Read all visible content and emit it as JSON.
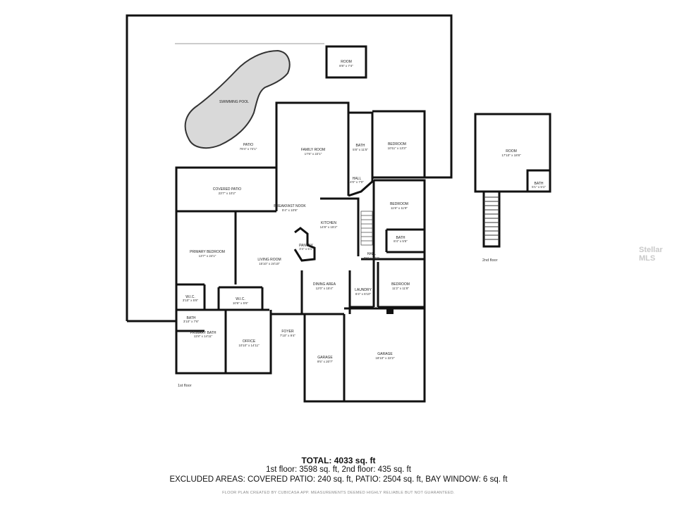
{
  "rooms": {
    "room_shed": {
      "name": "ROOM",
      "dims": "8'8\" x 7'4\""
    },
    "swimming_pool": {
      "name": "SWIMMING POOL",
      "dims": ""
    },
    "patio": {
      "name": "PATIO",
      "dims": "79'4\" x 74'1\""
    },
    "family_room": {
      "name": "FAMILY ROOM",
      "dims": "17'6\" x 22'1\""
    },
    "bath_1": {
      "name": "BATH",
      "dims": "5'8\" x 11'5\""
    },
    "bedroom_1": {
      "name": "BEDROOM",
      "dims": "10'11\" x 13'3\""
    },
    "hall_1": {
      "name": "HALL",
      "dims": "4'0\" x 7'0\""
    },
    "covered_patio": {
      "name": "COVERED PATIO",
      "dims": "23'7\" x 10'2\""
    },
    "breakfast_nook": {
      "name": "BREAKFAST NOOK",
      "dims": "5'4\" x 10'6\""
    },
    "kitchen": {
      "name": "KITCHEN",
      "dims": "14'8\" x 15'2\""
    },
    "pantry": {
      "name": "PANTRY",
      "dims": "3'4\" x 5'1\""
    },
    "bedroom_2": {
      "name": "BEDROOM",
      "dims": "11'8\" x 11'9\""
    },
    "bath_2": {
      "name": "BATH",
      "dims": "8'4\" x 5'5\""
    },
    "primary_bedroom": {
      "name": "PRIMARY BEDROOM",
      "dims": "13'7\" x 24'1\""
    },
    "living_room": {
      "name": "LIVING ROOM",
      "dims": "15'10\" x 24'10\""
    },
    "hall_2": {
      "name": "HALL",
      "dims": "9'6\" x 10'2\""
    },
    "dining_area": {
      "name": "DINING AREA",
      "dims": "12'0\" x 15'4\""
    },
    "laundry": {
      "name": "LAUNDRY",
      "dims": "6'4\" x 6'10\""
    },
    "bedroom_3": {
      "name": "BEDROOM",
      "dims": "11'2\" x 11'8\""
    },
    "wic_small": {
      "name": "W.I.C.",
      "dims": "3'10\" x 5'8\""
    },
    "wic_large": {
      "name": "W.I.C.",
      "dims": "10'6\" x 5'6\""
    },
    "bath_3": {
      "name": "BATH",
      "dims": "3'10\" x 7'6\""
    },
    "primary_bath": {
      "name": "PRIMARY BATH",
      "dims": "11'8\" x 14'11\""
    },
    "office": {
      "name": "OFFICE",
      "dims": "10'10\" x 14'11\""
    },
    "foyer": {
      "name": "FOYER",
      "dims": "7'10\" x 9'4\""
    },
    "garage_small": {
      "name": "GARAGE",
      "dims": "9'5\" x 20'7\""
    },
    "garage_large": {
      "name": "GARAGE",
      "dims": "18'10\" x 22'2\""
    },
    "room_2nd": {
      "name": "ROOM",
      "dims": "17'10\" x 18'8\""
    },
    "bath_2nd": {
      "name": "BATH",
      "dims": "5'1\" x 5'1\""
    }
  },
  "floor_labels": {
    "first": "1st floor",
    "second": "2nd floor"
  },
  "summary": {
    "total": "TOTAL: 4033 sq. ft",
    "floors": "1st floor: 3598 sq. ft, 2nd floor: 435 sq. ft",
    "excluded": "EXCLUDED AREAS: COVERED PATIO: 240 sq. ft, PATIO: 2504 sq. ft, BAY WINDOW: 6 sq. ft",
    "disclaimer": "FLOOR PLAN CREATED BY CUBICASA APP. MEASUREMENTS DEEMED HIGHLY RELIABLE BUT NOT GUARANTEED."
  },
  "watermark": "Stellar MLS",
  "colors": {
    "wall": "#111111",
    "pool_fill": "#d9d9d9",
    "background": "#ffffff"
  }
}
